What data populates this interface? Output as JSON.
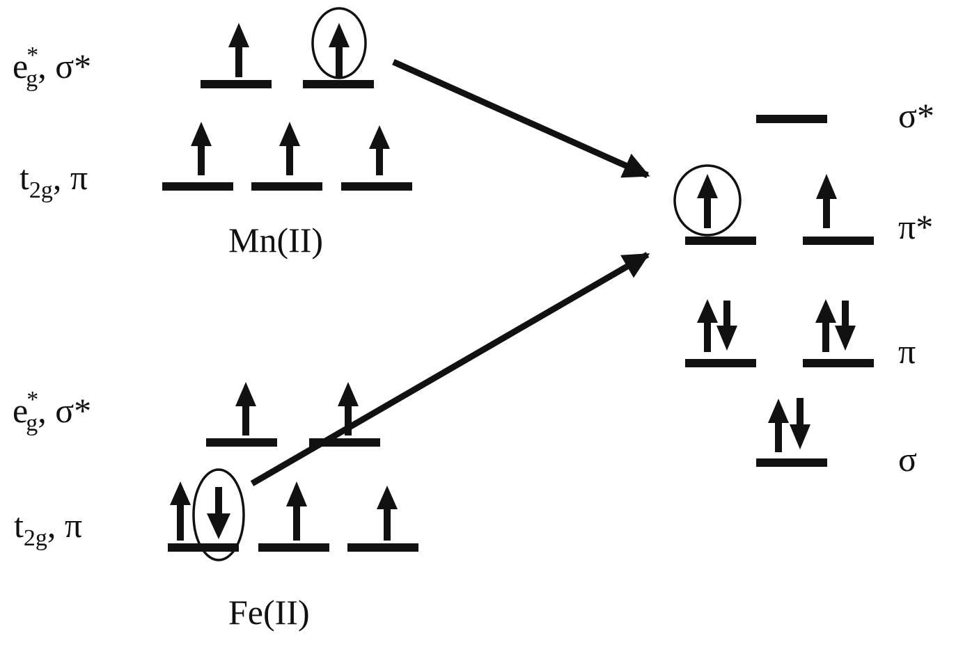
{
  "colors": {
    "ink": "#111111",
    "background": "#ffffff"
  },
  "mn": {
    "eg_label": {
      "base": "e",
      "sup": "*",
      "sub": "g",
      "tail": ", σ*"
    },
    "t2g_label": {
      "base": "t",
      "sub": "2g",
      "tail": ", π"
    },
    "name": "Mn(II)",
    "eg_levels": [
      {
        "spins": [
          "up"
        ],
        "circled": false
      },
      {
        "spins": [
          "up"
        ],
        "circled": true
      }
    ],
    "t2g_levels": [
      {
        "spins": [
          "up"
        ],
        "circled": false
      },
      {
        "spins": [
          "up"
        ],
        "circled": false
      },
      {
        "spins": [
          "up"
        ],
        "circled": false
      }
    ]
  },
  "fe": {
    "eg_label": {
      "base": "e",
      "sup": "*",
      "sub": "g",
      "tail": ", σ*"
    },
    "t2g_label": {
      "base": "t",
      "sub": "2g",
      "tail": ", π"
    },
    "name": "Fe(II)",
    "eg_levels": [
      {
        "spins": [
          "up"
        ],
        "circled": false
      },
      {
        "spins": [
          "up"
        ],
        "circled": false
      }
    ],
    "t2g_levels": [
      {
        "spins": [
          "up",
          "down"
        ],
        "circled_spin": "down"
      },
      {
        "spins": [
          "up"
        ],
        "circled": false
      },
      {
        "spins": [
          "up"
        ],
        "circled": false
      }
    ]
  },
  "ligand": {
    "sigma_star_label": "σ*",
    "pi_star_label": "π*",
    "pi_label": "π",
    "sigma_label": "σ",
    "sigma_star_levels": [
      {
        "spins": []
      }
    ],
    "pi_star_levels": [
      {
        "spins": [
          "up"
        ],
        "circled": true
      },
      {
        "spins": [
          "up"
        ],
        "circled": false
      }
    ],
    "pi_levels": [
      {
        "spins": [
          "up",
          "down"
        ]
      },
      {
        "spins": [
          "up",
          "down"
        ]
      }
    ],
    "sigma_levels": [
      {
        "spins": [
          "up",
          "down"
        ]
      }
    ]
  },
  "transfers": [
    {
      "from": "mn-eg-circled-electron",
      "to": "ligand-pi-star"
    },
    {
      "from": "fe-t2g-circled-electron",
      "to": "ligand-pi-star"
    }
  ]
}
